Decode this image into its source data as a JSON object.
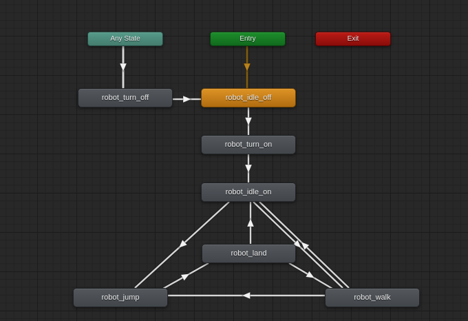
{
  "window": {
    "title": "Animator state machine graph",
    "background_color": "#282828",
    "grid_minor_color": "#222222",
    "grid_major_color": "#1c1c1c"
  },
  "colors": {
    "state_gray": "#4b4f54",
    "default_state_orange": "#cf861c",
    "any_state_teal": "#4e9282",
    "entry_green": "#168c24",
    "exit_red": "#a81511",
    "transition_white": "#d6d6d6",
    "entry_transition_line": "#7b5a12",
    "entry_transition_arrow": "#b9821b"
  },
  "nodes": [
    {
      "id": "any_state",
      "label": "Any State",
      "kind": "any-state",
      "color": "#4e9282"
    },
    {
      "id": "entry",
      "label": "Entry",
      "kind": "entry",
      "color": "#168c24"
    },
    {
      "id": "exit",
      "label": "Exit",
      "kind": "exit",
      "color": "#a81511"
    },
    {
      "id": "robot_turn_off",
      "label": "robot_turn_off",
      "kind": "state",
      "color": "#4b4f54"
    },
    {
      "id": "robot_idle_off",
      "label": "robot_idle_off",
      "kind": "default-state",
      "color": "#cf861c"
    },
    {
      "id": "robot_turn_on",
      "label": "robot_turn_on",
      "kind": "state",
      "color": "#4b4f54"
    },
    {
      "id": "robot_idle_on",
      "label": "robot_idle_on",
      "kind": "state",
      "color": "#4b4f54"
    },
    {
      "id": "robot_land",
      "label": "robot_land",
      "kind": "state",
      "color": "#4b4f54"
    },
    {
      "id": "robot_jump",
      "label": "robot_jump",
      "kind": "state",
      "color": "#4b4f54"
    },
    {
      "id": "robot_walk",
      "label": "robot_walk",
      "kind": "state",
      "color": "#4b4f54"
    }
  ],
  "transitions": [
    {
      "from": "any_state",
      "to": "robot_turn_off",
      "style": "normal"
    },
    {
      "from": "entry",
      "to": "robot_idle_off",
      "style": "entry"
    },
    {
      "from": "robot_turn_off",
      "to": "robot_idle_off",
      "style": "normal"
    },
    {
      "from": "robot_idle_off",
      "to": "robot_turn_on",
      "style": "normal"
    },
    {
      "from": "robot_turn_on",
      "to": "robot_idle_on",
      "style": "normal"
    },
    {
      "from": "robot_land",
      "to": "robot_idle_on",
      "style": "normal"
    },
    {
      "from": "robot_idle_on",
      "to": "robot_jump",
      "style": "normal"
    },
    {
      "from": "robot_jump",
      "to": "robot_land",
      "style": "normal"
    },
    {
      "from": "robot_land",
      "to": "robot_walk",
      "style": "normal"
    },
    {
      "from": "robot_idle_on",
      "to": "robot_walk",
      "style": "normal"
    },
    {
      "from": "robot_walk",
      "to": "robot_idle_on",
      "style": "normal"
    },
    {
      "from": "robot_walk",
      "to": "robot_jump",
      "style": "normal"
    }
  ]
}
